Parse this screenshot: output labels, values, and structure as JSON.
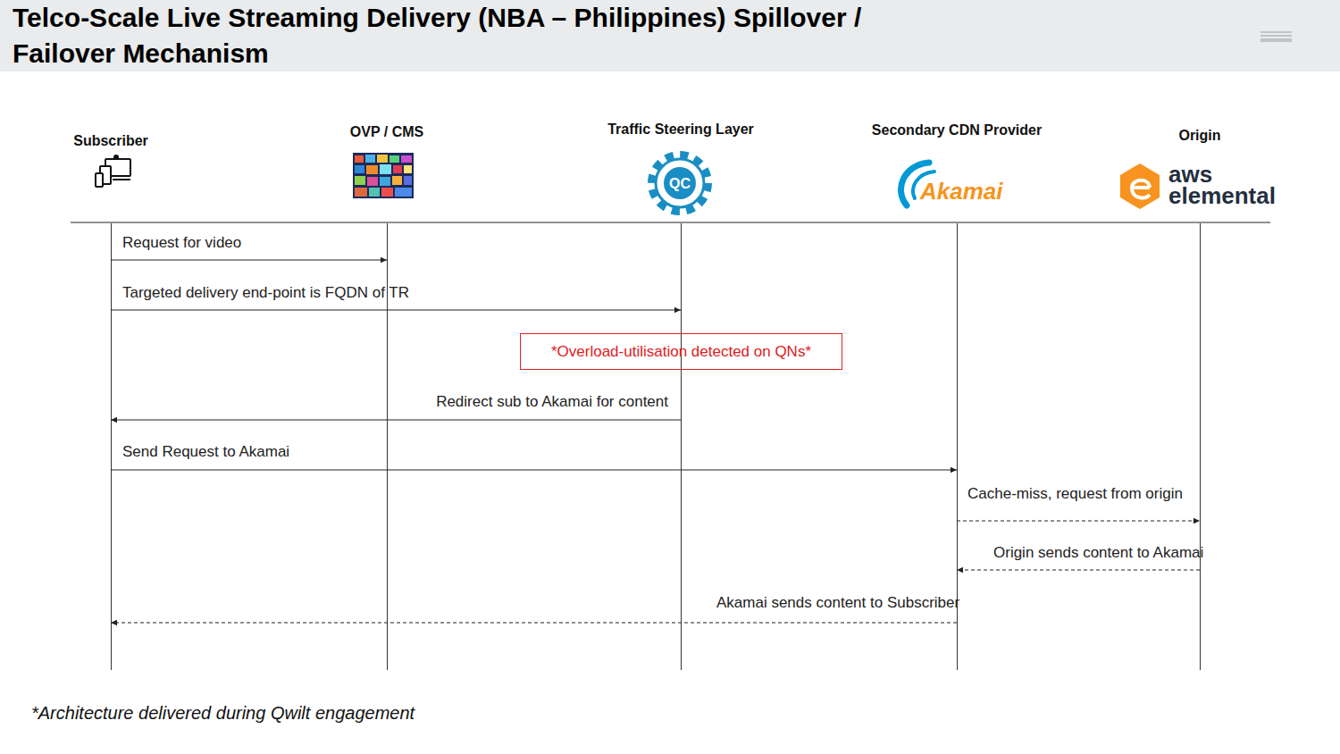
{
  "diagram": {
    "title": "Telco-Scale Live Streaming Delivery (NBA – Philippines) Spillover / Failover Mechanism",
    "caption": "*Architecture delivered during Qwilt engagement",
    "nodes": [
      {
        "text": [
          "Subscriber"
        ]
      },
      {
        "text": [
          "OVP / CMS"
        ]
      },
      {
        "text": [
          "Traffic Steering Layer"
        ]
      },
      {
        "text": [
          "Secondary CDN Provider"
        ]
      },
      {
        "text": [
          "Origin"
        ]
      },
      {
        "text": [
          "*Overload-utilisation detected on QNs*"
        ]
      }
    ],
    "edges": [
      {
        "from": 0,
        "to": 1,
        "arrow": "to",
        "label": "Request for video"
      },
      {
        "from": 0,
        "to": 2,
        "arrow": "to",
        "label": "Targeted delivery end-point is FQDN of TR"
      },
      {
        "from": 2,
        "to": 0,
        "arrow": "to",
        "label": "Redirect sub to Akamai for content"
      },
      {
        "from": 0,
        "to": 3,
        "arrow": "to",
        "label": "Send Request to Akamai"
      },
      {
        "from": 3,
        "to": 4,
        "arrow": "to",
        "label": "Cache-miss, request from origin"
      },
      {
        "from": 4,
        "to": 3,
        "arrow": "to",
        "label": "Origin sends content to Akamai"
      },
      {
        "from": 3,
        "to": 0,
        "arrow": "to",
        "label": "Akamai sends content to Subscriber"
      }
    ],
    "labels": [
      "QC",
      "Akamai",
      "aws elemental"
    ]
  }
}
